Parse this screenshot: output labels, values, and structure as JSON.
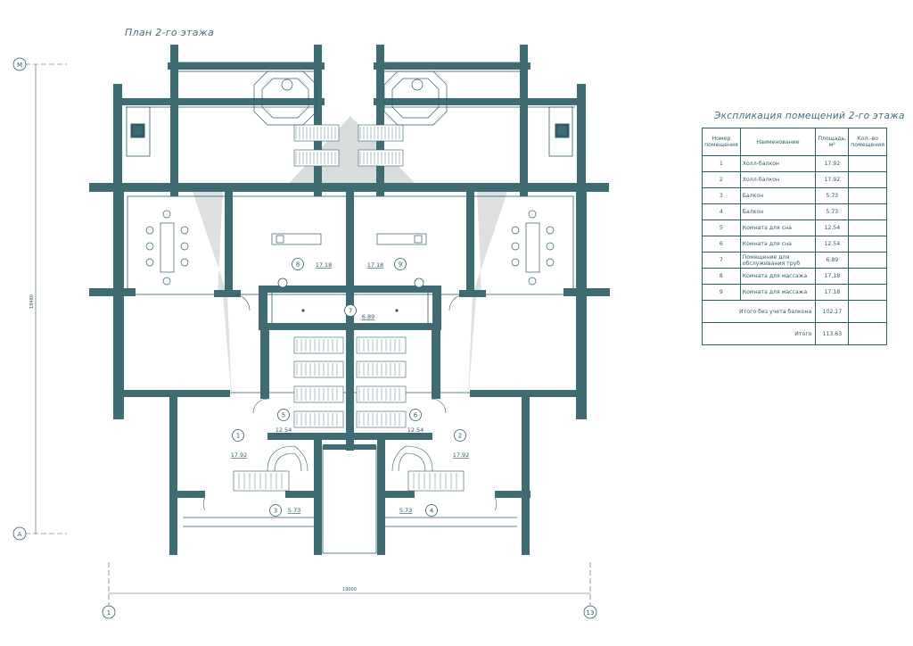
{
  "title": "План 2-го этажа",
  "axes": {
    "top_letter": "М",
    "bottom_letter": "А",
    "left_number": "1",
    "right_number": "13",
    "height_dim": "19480",
    "width_dim": "19000"
  },
  "room_labels": [
    {
      "num": "1",
      "area": "17.92"
    },
    {
      "num": "2",
      "area": "17.92"
    },
    {
      "num": "3",
      "area": "5.73"
    },
    {
      "num": "4",
      "area": "5.73"
    },
    {
      "num": "5",
      "area": "12.54"
    },
    {
      "num": "6",
      "area": "12.54"
    },
    {
      "num": "7",
      "area": "6.89"
    },
    {
      "num": "8",
      "area": "17.18"
    },
    {
      "num": "9",
      "area": "17.18"
    }
  ],
  "explication": {
    "title": "Экспликация помещений 2-го этажа",
    "headers": [
      "Номер помещения",
      "Наименование",
      "Площадь, м²",
      "Кол.-во помещения"
    ],
    "rows": [
      {
        "num": "1",
        "name": "Холл-балкон",
        "area": "17.92"
      },
      {
        "num": "2",
        "name": "Холл-балкон",
        "area": "17.92"
      },
      {
        "num": "3",
        "name": "Балкон",
        "area": "5.73"
      },
      {
        "num": "4",
        "name": "Балкон",
        "area": "5.73"
      },
      {
        "num": "5",
        "name": "Комната для сна",
        "area": "12.54"
      },
      {
        "num": "6",
        "name": "Комната для сна",
        "area": "12.54"
      },
      {
        "num": "7",
        "name": "Помещение для обслуживания труб",
        "area": "6.89"
      },
      {
        "num": "8",
        "name": "Комната для массажа",
        "area": "17.18"
      },
      {
        "num": "9",
        "name": "Комната для массажа",
        "area": "17.18"
      }
    ],
    "total_without_balcony_label": "Итого без учета балкона",
    "total_without_balcony": "102.17",
    "total_label": "Итого",
    "total": "113.63"
  },
  "colors": {
    "wall": "#3f6b73",
    "line": "#2e5d66",
    "shade": "#d9dcdd"
  }
}
